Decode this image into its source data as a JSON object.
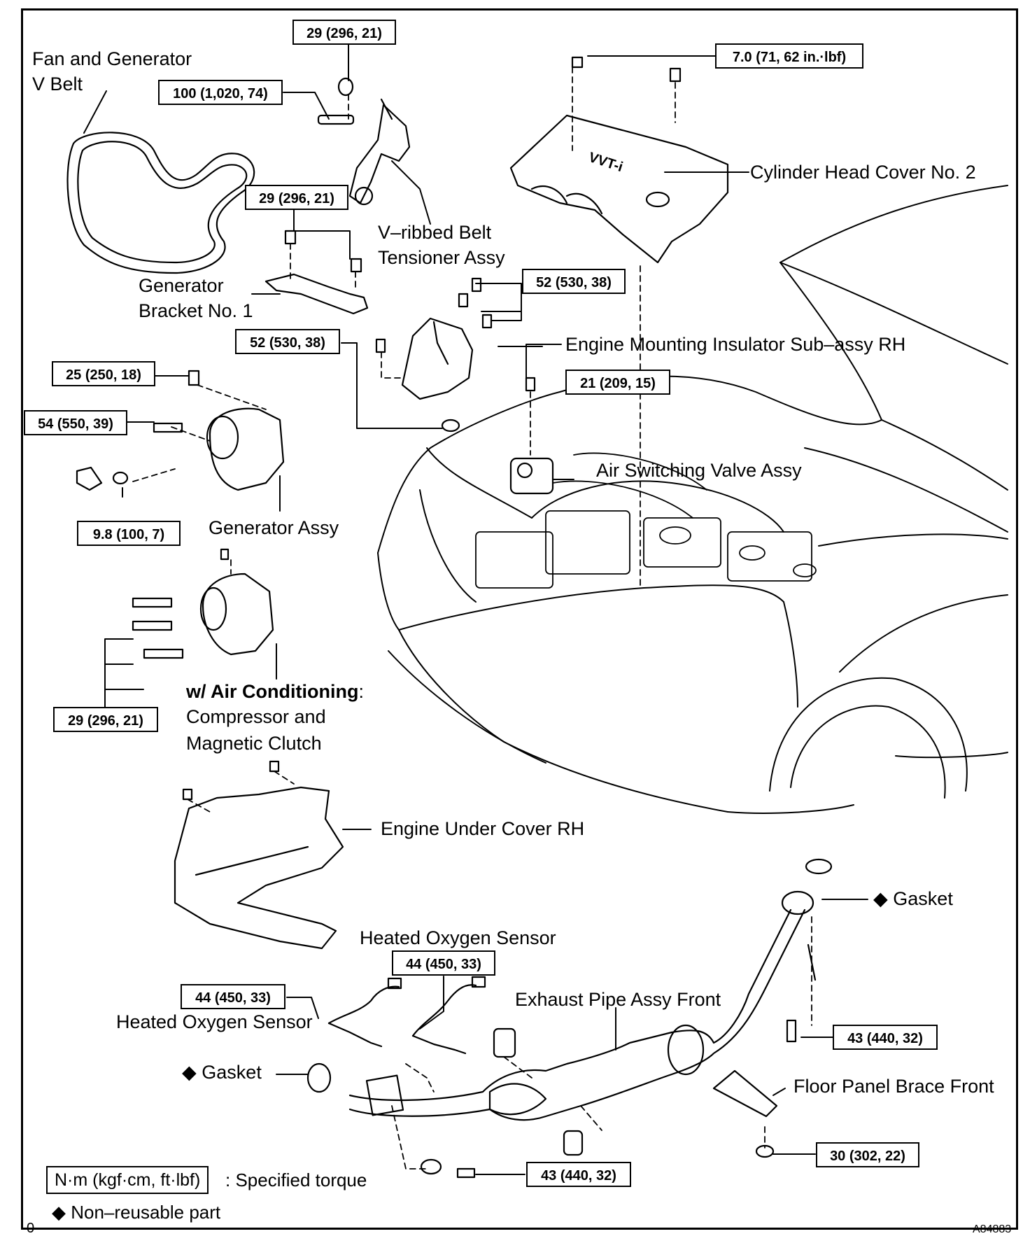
{
  "torque_specs": {
    "t1": "29 (296, 21)",
    "t2": "100 (1,020, 74)",
    "t3": "7.0 (71, 62 in.·lbf)",
    "t4": "29 (296, 21)",
    "t5": "52 (530, 38)",
    "t6": "52 (530, 38)",
    "t7": "25 (250, 18)",
    "t8": "54 (550, 39)",
    "t9": "21 (209, 15)",
    "t10": "9.8 (100, 7)",
    "t11": "29 (296, 21)",
    "t12": "44 (450, 33)",
    "t13": "44 (450, 33)",
    "t14": "43 (440, 32)",
    "t15": "30 (302, 22)",
    "t16": "43 (440, 32)"
  },
  "part_labels": {
    "fan_belt_1": "Fan and Generator",
    "fan_belt_2": "V Belt",
    "tensioner_1": "V–ribbed Belt",
    "tensioner_2": "Tensioner Assy",
    "head_cover": "Cylinder Head Cover No. 2",
    "gen_bracket_1": "Generator",
    "gen_bracket_2": "Bracket No. 1",
    "mount_insulator": "Engine Mounting Insulator Sub–assy RH",
    "air_valve": "Air Switching Valve Assy",
    "generator": "Generator Assy",
    "ac_heading": "w/ Air Conditioning",
    "ac_colon": ":",
    "ac_1": "Compressor and",
    "ac_2": "Magnetic Clutch",
    "under_cover": "Engine Under Cover RH",
    "gasket_top": "Gasket",
    "o2_sensor_upper": "Heated Oxygen Sensor",
    "o2_sensor_lower": "Heated Oxygen Sensor",
    "exhaust_pipe": "Exhaust Pipe Assy Front",
    "gasket_left": "Gasket",
    "floor_brace": "Floor Panel Brace Front",
    "cover_text": "VVT-i"
  },
  "legend": {
    "torque_units": "N·m (kgf·cm, ft·lbf)",
    "torque_desc": ": Specified torque",
    "nonreusable": "Non–reusable part",
    "diamond": "◆"
  },
  "footer": {
    "page_mark": "0",
    "figure_id": "A84883"
  }
}
